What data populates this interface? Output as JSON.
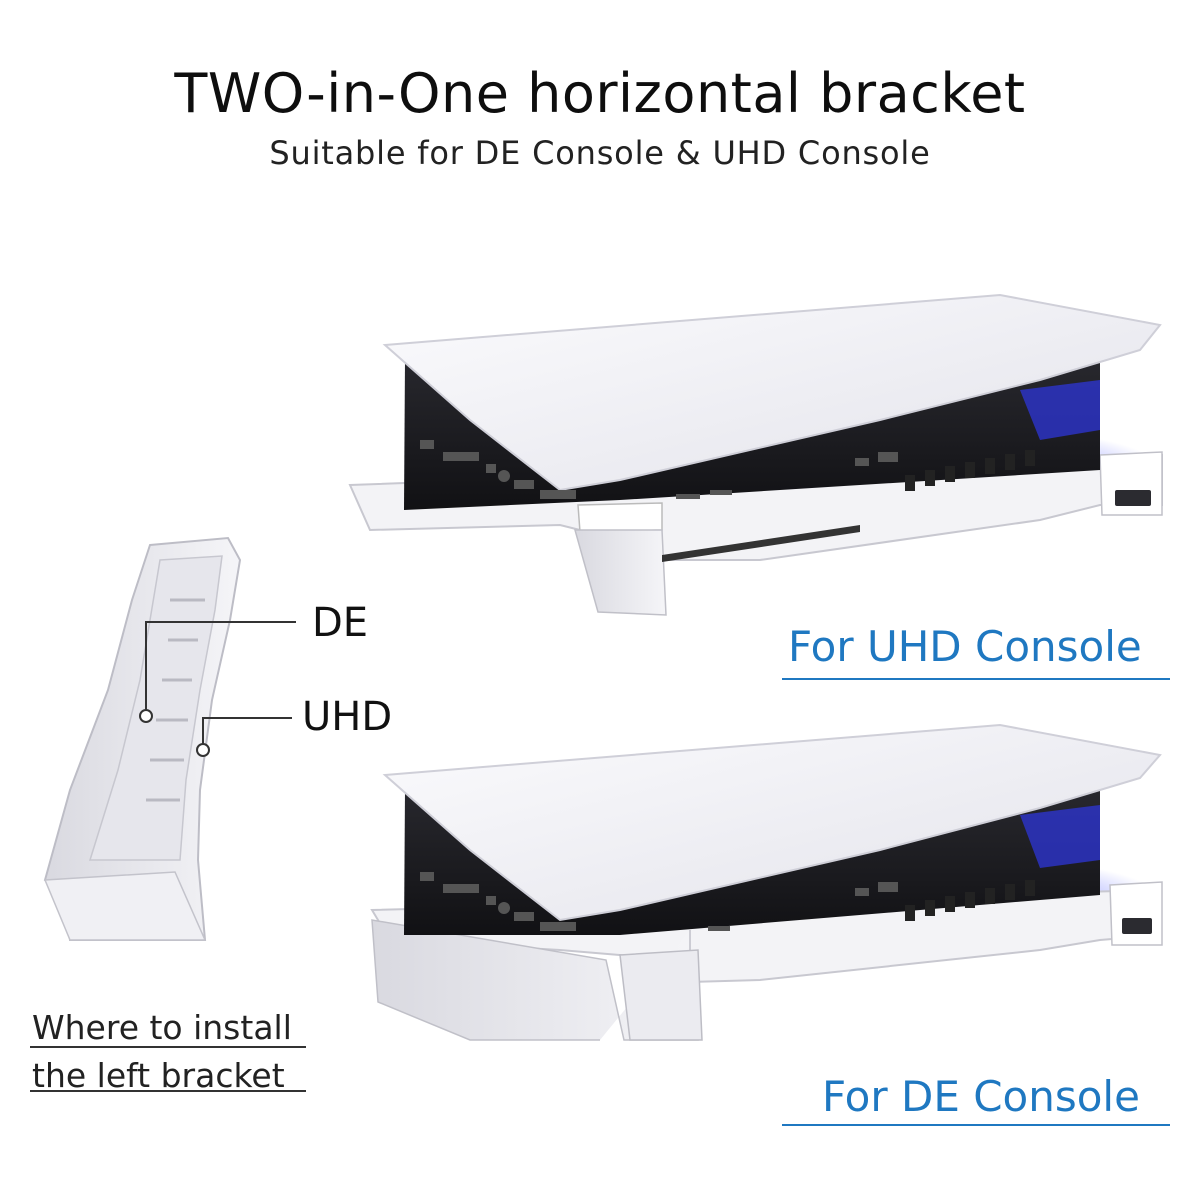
{
  "header": {
    "title": "TWO-in-One horizontal bracket",
    "subtitle": "Suitable for DE Console & UHD Console"
  },
  "bracket_callouts": {
    "de_label": "DE",
    "uhd_label": "UHD"
  },
  "captions": {
    "uhd_console": "For UHD Console",
    "de_console": "For DE Console"
  },
  "install_note": {
    "line1": "Where to install",
    "line2": "the left bracket"
  },
  "colors": {
    "caption_blue": "#1f78c1",
    "console_body": "#1b1b1f",
    "console_shell": "#f4f4f7",
    "led_glow": "#3a3fe0"
  }
}
